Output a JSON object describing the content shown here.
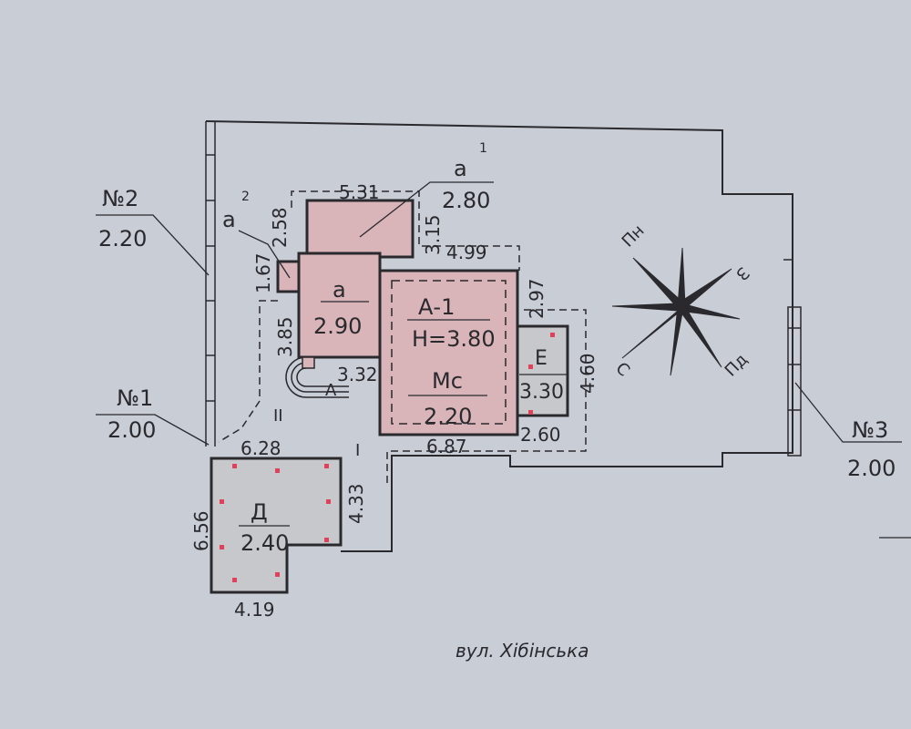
{
  "markers": [
    {
      "id": "№1",
      "value": "2.00"
    },
    {
      "id": "№2",
      "value": "2.20"
    },
    {
      "id": "№3",
      "value": "2.00"
    }
  ],
  "buildings": {
    "a1": {
      "letter": "а",
      "index": "1",
      "value": "2.80"
    },
    "a2": {
      "letter": "а",
      "index": "2"
    },
    "a": {
      "letter": "а",
      "value": "2.90"
    },
    "main": {
      "name": "А-1",
      "height": "Н=3.80",
      "material": "Мс",
      "value": "2.20"
    },
    "e": {
      "name": "Е",
      "value": "3.30"
    },
    "d": {
      "name": "Д",
      "value": "2.40"
    },
    "porch": {
      "name": "А"
    }
  },
  "dimensions": {
    "d531": "5.31",
    "d258": "2.58",
    "d315": "3.15",
    "d167": "1.67",
    "d499": "4.99",
    "d385": "3.85",
    "d297": "2.97",
    "d332": "3.32",
    "d460": "4.60",
    "d260": "2.60",
    "d687": "6.87",
    "d628": "6.28",
    "d433": "4.33",
    "d656": "6.56",
    "d419": "4.19",
    "roman2": "II",
    "roman1": "I"
  },
  "compass": {
    "n": "Пн",
    "e": "З",
    "s": "Пд",
    "w": "С"
  },
  "street": "вул. Хібінська",
  "colors": {
    "building": "#d9b4b8",
    "annex": "#c6c8cc",
    "line": "#2a2a2e",
    "dot": "#e0405a",
    "paper": "#c9cdd6"
  }
}
